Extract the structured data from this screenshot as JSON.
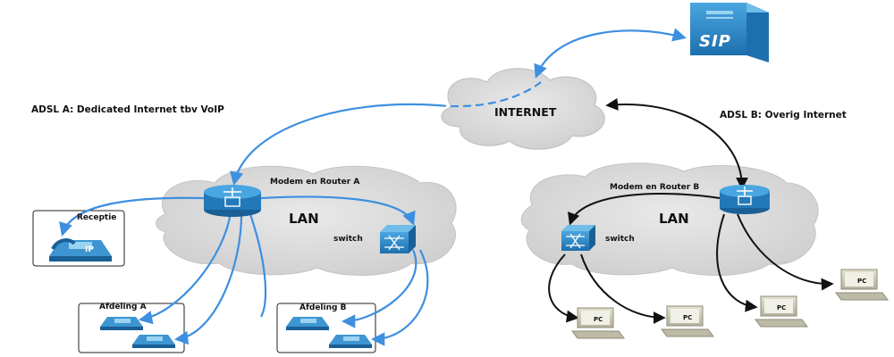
{
  "labels": {
    "adsl_a": "ADSL A: Dedicated Internet tbv VoIP",
    "adsl_b": "ADSL B: Overig Internet",
    "internet": "INTERNET",
    "sip": "SIP",
    "router_a": "Modem en Router A",
    "router_b": "Modem en Router B",
    "lan_a": "LAN",
    "lan_b": "LAN",
    "switch_a": "switch",
    "switch_b": "switch",
    "receptie": "Receptie",
    "afdeling_a": "Afdeling A",
    "afdeling_b": "Afdeling B",
    "pc": "PC",
    "ip": "IP"
  },
  "colors": {
    "voip_link": "#3d8fe0",
    "data_link": "#111111",
    "device_blue": "#2a86c6",
    "cloud": "#d7d7d7",
    "pc_body": "#cbc9b6"
  },
  "icons": [
    "sip-server-icon",
    "router-icon",
    "switch-icon",
    "ip-phone-icon",
    "pc-icon",
    "cloud-icon"
  ]
}
